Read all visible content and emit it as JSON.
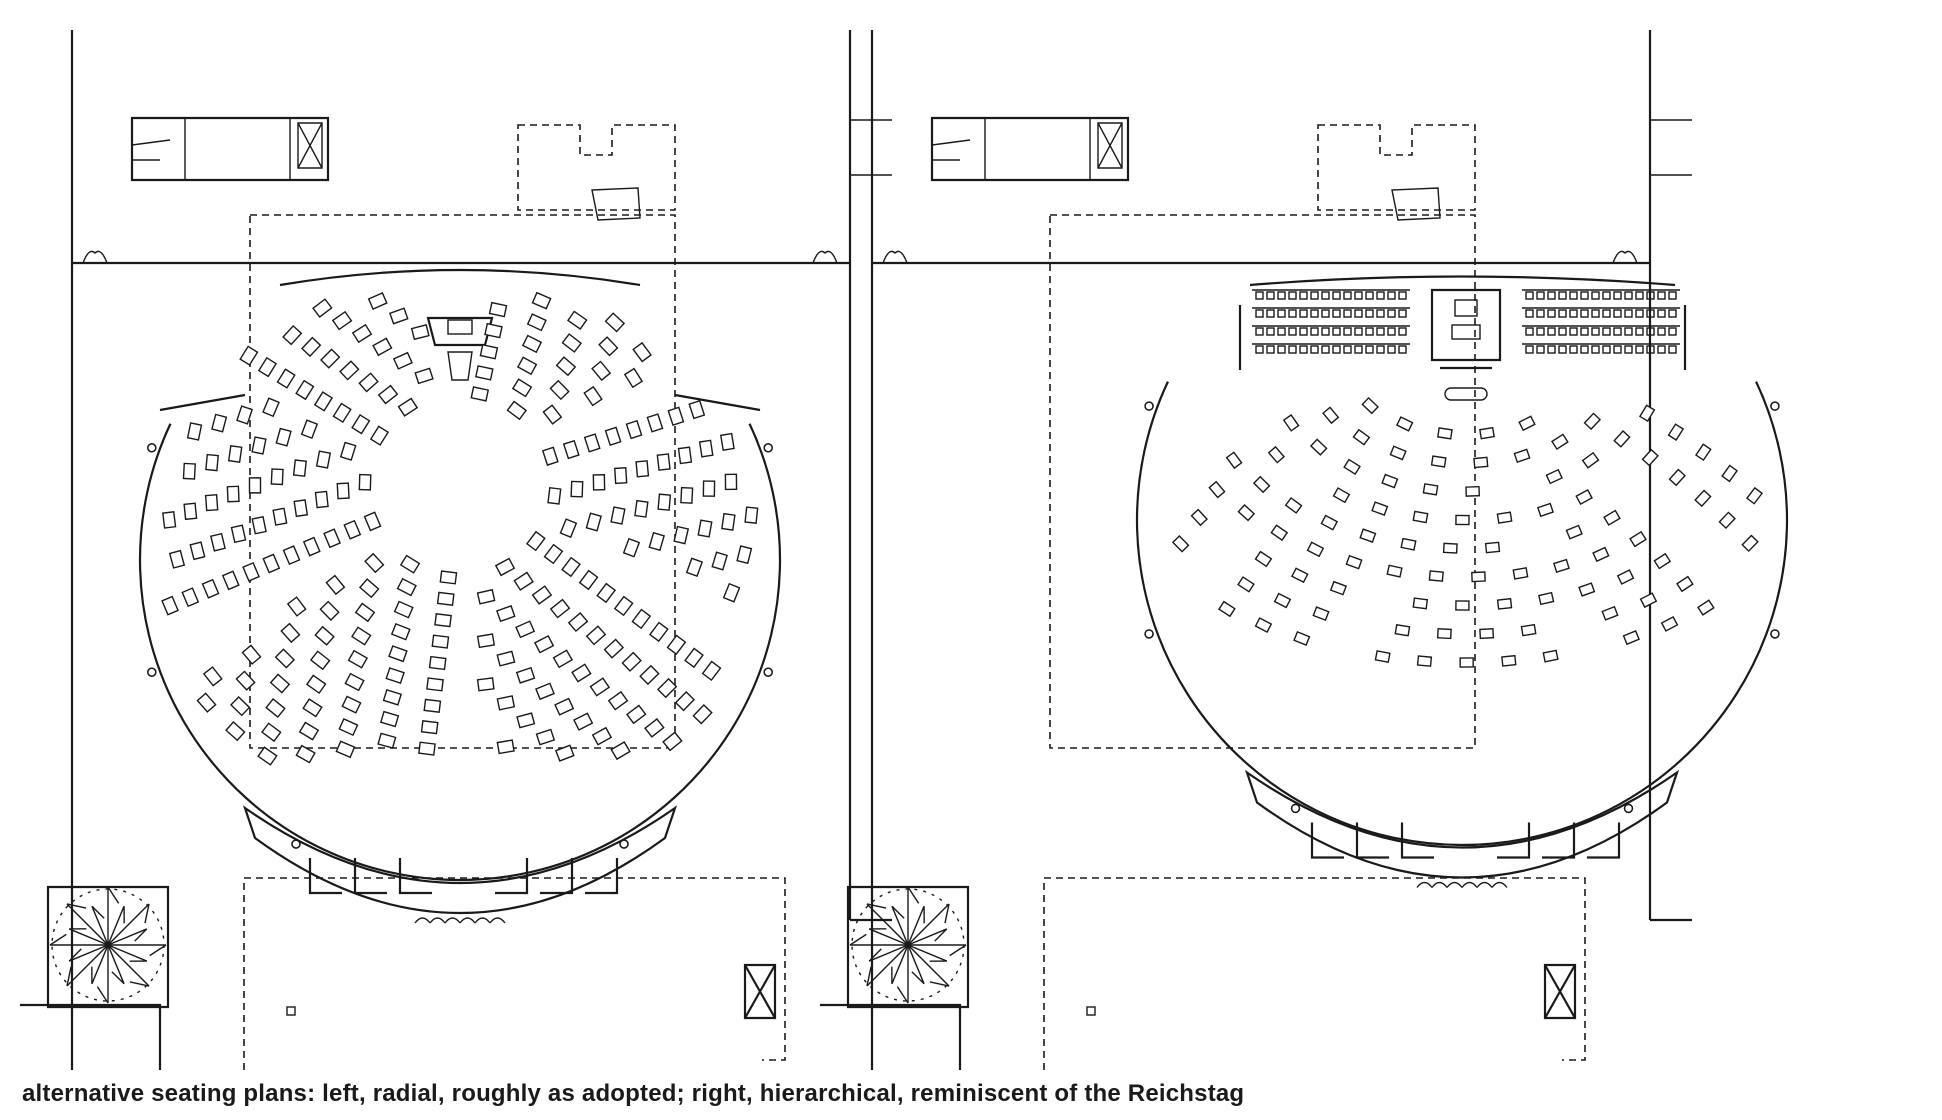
{
  "caption": "alternative seating plans: left, radial, roughly as adopted; right, hierarchical, reminiscent of the Reichstag",
  "plans": [
    {
      "name": "radial",
      "seating_layout": "radial"
    },
    {
      "name": "hierarchical",
      "seating_layout": "hierarchical"
    }
  ],
  "icons": [
    "tree-icon",
    "lift-box-icon",
    "crossed-box-icon"
  ]
}
